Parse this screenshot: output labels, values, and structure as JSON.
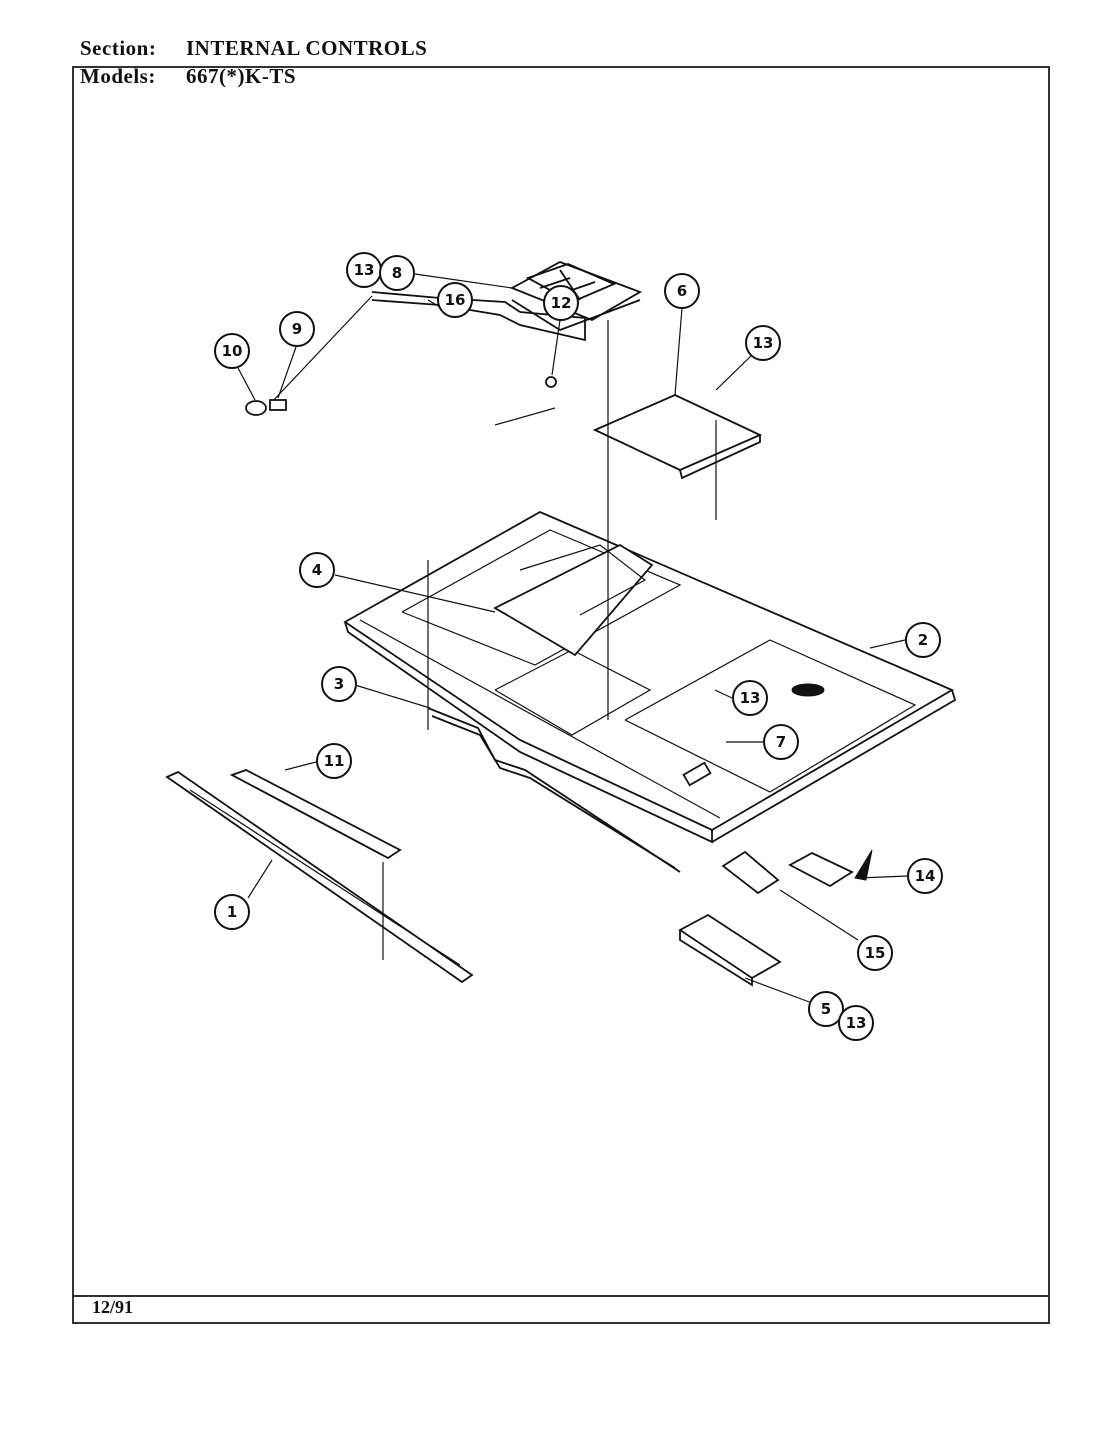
{
  "header": {
    "section_label": "Section:",
    "section_value": "INTERNAL CONTROLS",
    "models_label": "Models:",
    "models_value": "667(*)K-TS"
  },
  "footer": {
    "date_code": "12/91"
  },
  "callouts": [
    "10",
    "9",
    "16",
    "12",
    "6",
    "13",
    "13",
    "8",
    "4",
    "2",
    "3",
    "13",
    "7",
    "11",
    "1",
    "14",
    "15",
    "5",
    "13"
  ]
}
